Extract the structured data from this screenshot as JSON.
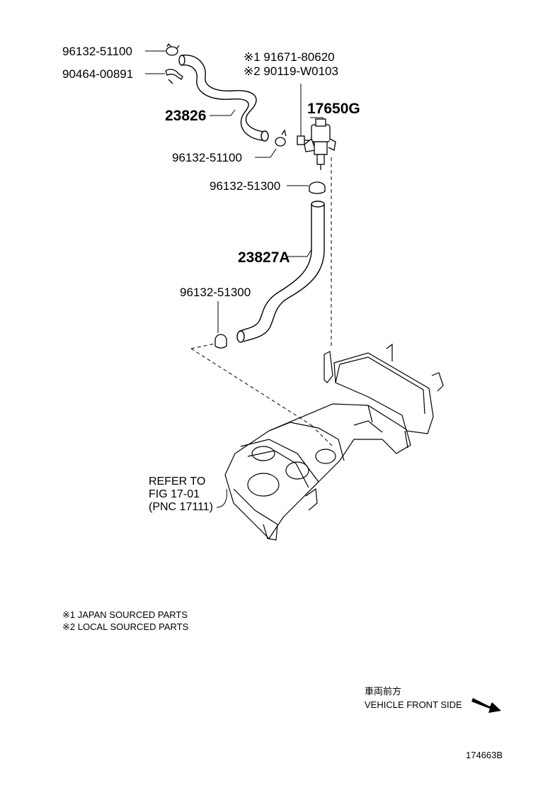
{
  "labels": {
    "clip_top": "96132-51100",
    "clamp_top": "90464-00891",
    "hose_upper": "23826",
    "clip_mid": "96132-51100",
    "note1_part": "※1 91671-80620",
    "note2_part": "※2 90119-W0103",
    "valve": "17650G",
    "clip_lower_top": "96132-51300",
    "hose_lower": "23827A",
    "clip_lower_bottom": "96132-51300"
  },
  "refer": {
    "line1": "REFER TO",
    "line2": "FIG 17-01",
    "line3": "(PNC 17111)"
  },
  "notes": {
    "note1": "※1 JAPAN SOURCED PARTS",
    "note2": "※2 LOCAL SOURCED PARTS"
  },
  "orientation": {
    "japanese": "車両前方",
    "english": "VEHICLE FRONT SIDE"
  },
  "figure_id": "174663B"
}
